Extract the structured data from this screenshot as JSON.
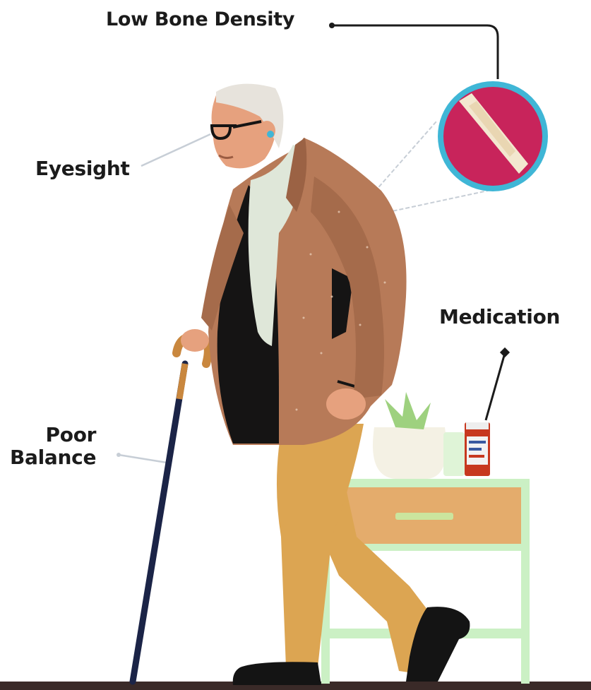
{
  "labels": {
    "low_bone_density": "Low Bone Density",
    "eyesight": "Eyesight",
    "medication": "Medication",
    "poor_balance_line1": "Poor",
    "poor_balance_line2": "Balance"
  },
  "colors": {
    "jacket": "#b77a58",
    "pants": "#dca552",
    "shirt": "#dfe7d9",
    "undershirt": "#151414",
    "skin": "#e6a17e",
    "hair": "#e7e3dc",
    "cane": "#1b2447",
    "cane_handle": "#c9873e",
    "bone_circle": "#c8245b",
    "bone_ring": "#3fb6d6",
    "table_frame": "#cbf0c4",
    "drawer": "#e4ac6c",
    "leader_line": "#bfc9d2",
    "dark_line": "#1b1b1b"
  },
  "icons": [
    "broken-bone-icon",
    "pill-bottle-icon",
    "potted-plant-icon",
    "cane-icon"
  ]
}
